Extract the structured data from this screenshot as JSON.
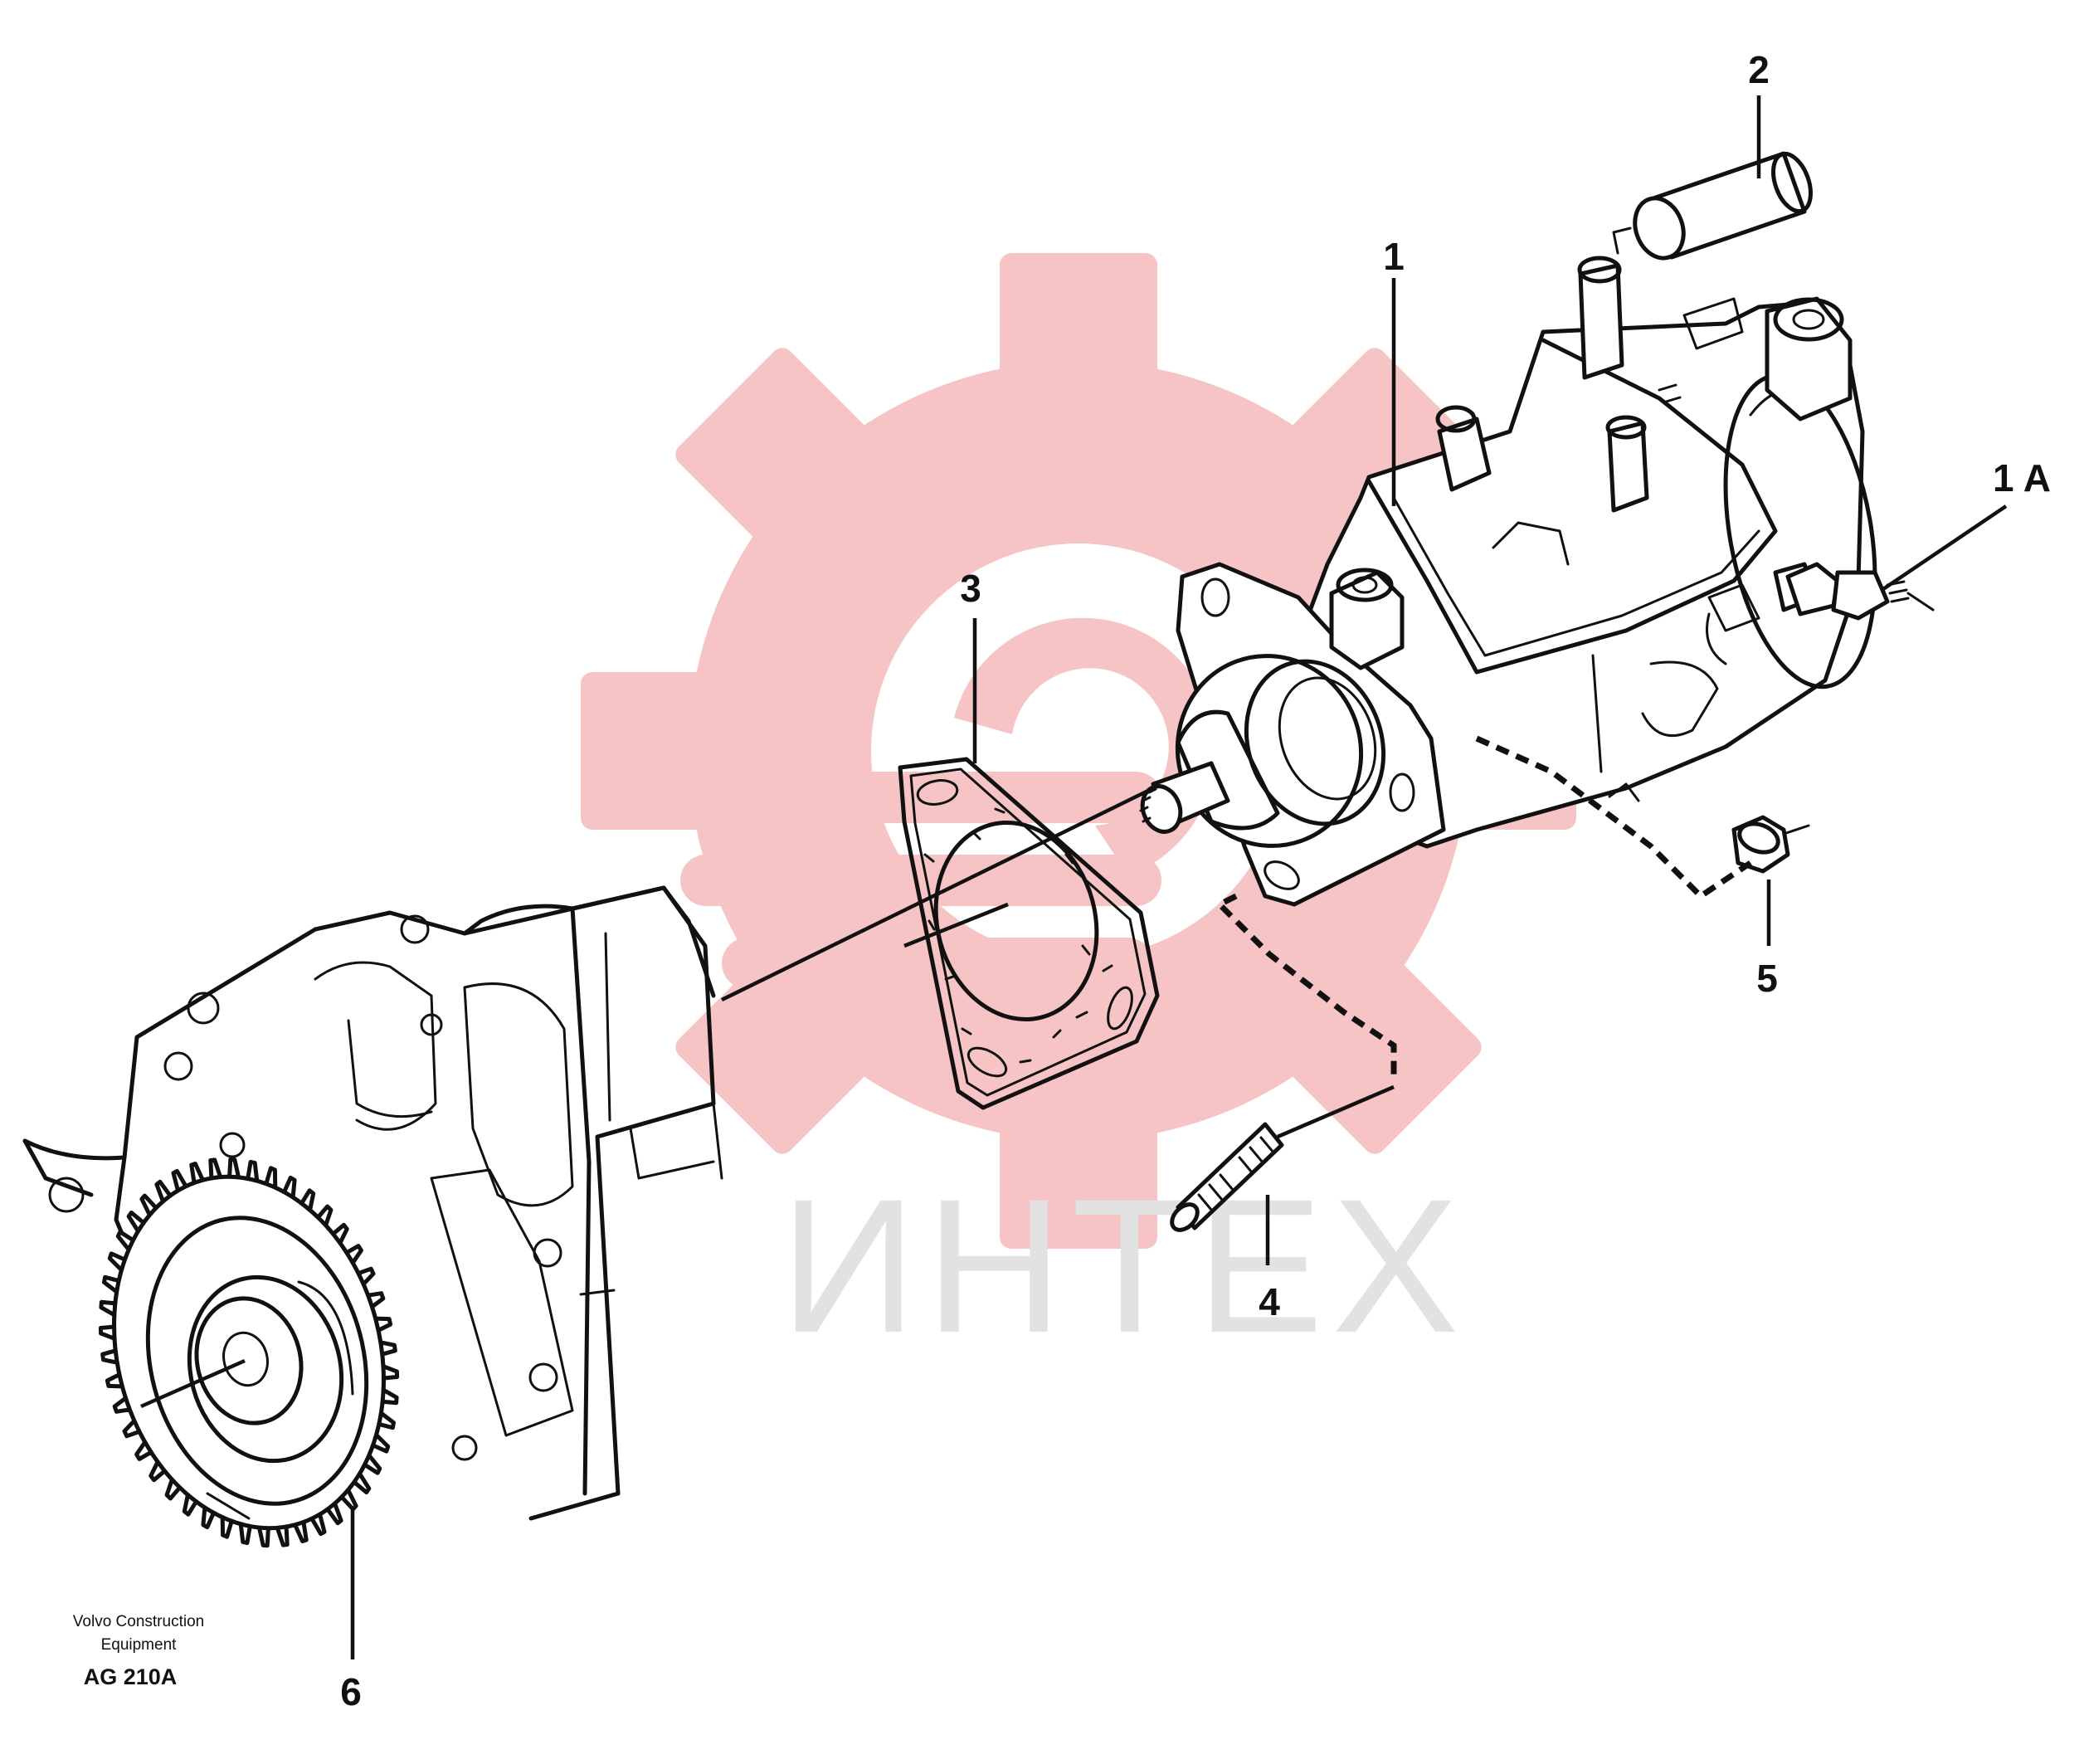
{
  "colors": {
    "line_ink": "#111111",
    "watermark_red": "#f6c4c4",
    "watermark_grey": "#e2e2e2"
  },
  "watermark": {
    "logo_icon": "gear-logo-icon",
    "text": "ИНТЕХ"
  },
  "callouts": {
    "p1": "1",
    "p1a": "1 A",
    "p2": "2",
    "p3": "3",
    "p4": "4",
    "p5": "5",
    "p6": "6"
  },
  "caption": {
    "line1": "Volvo Construction",
    "line2": "Equipment",
    "code": "AG 210A"
  }
}
